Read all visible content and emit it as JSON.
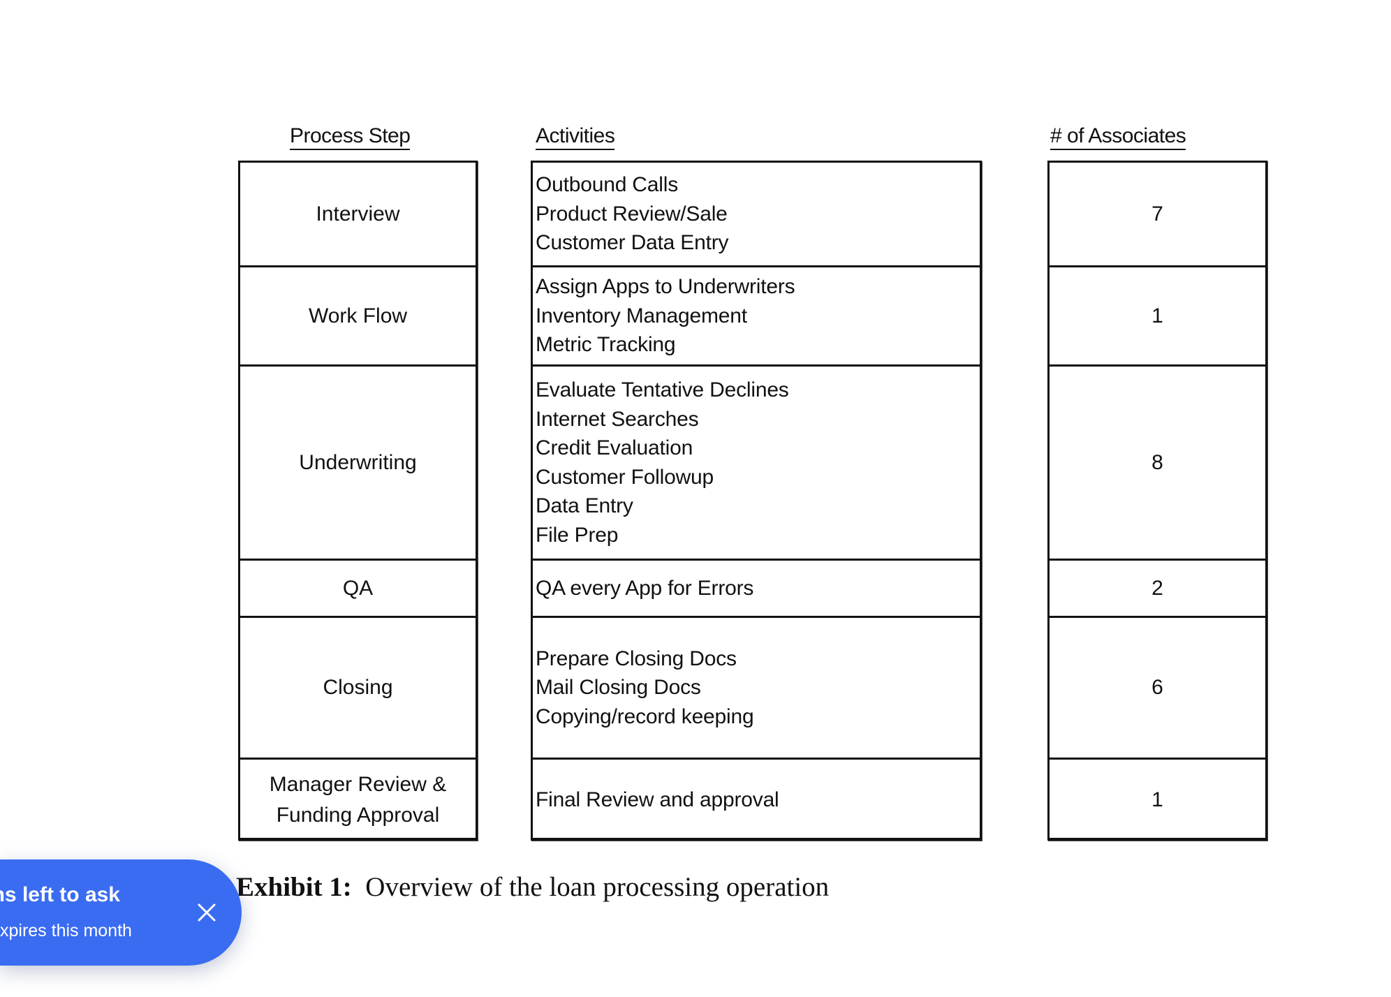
{
  "headers": {
    "process_step": "Process Step",
    "activities": "Activities",
    "associates": "# of Associates"
  },
  "rows": [
    {
      "step": [
        "Interview"
      ],
      "activities": [
        "Outbound Calls",
        "Product Review/Sale",
        "Customer Data Entry"
      ],
      "associates": "7"
    },
    {
      "step": [
        "Work Flow"
      ],
      "activities": [
        "Assign Apps to Underwriters",
        "Inventory Management",
        "Metric Tracking"
      ],
      "associates": "1"
    },
    {
      "step": [
        "Underwriting"
      ],
      "activities": [
        "Evaluate Tentative Declines",
        "Internet Searches",
        "Credit Evaluation",
        "Customer Followup",
        "Data Entry",
        "File Prep"
      ],
      "associates": "8"
    },
    {
      "step": [
        "QA"
      ],
      "activities": [
        "QA every App for Errors"
      ],
      "associates": "2"
    },
    {
      "step": [
        "Closing"
      ],
      "activities": [
        "Prepare Closing Docs",
        "Mail Closing Docs",
        "Copying/record keeping"
      ],
      "associates": "6"
    },
    {
      "step": [
        "Manager Review &",
        "Funding Approval"
      ],
      "activities": [
        "Final Review and approval"
      ],
      "associates": "1"
    }
  ],
  "caption": {
    "label": "Exhibit 1:",
    "text": "Overview of the loan processing operation"
  },
  "toast": {
    "title": "ns left to ask",
    "subtitle": "xpires this month",
    "background": "#3a6cf2",
    "close_icon": "close-icon"
  }
}
